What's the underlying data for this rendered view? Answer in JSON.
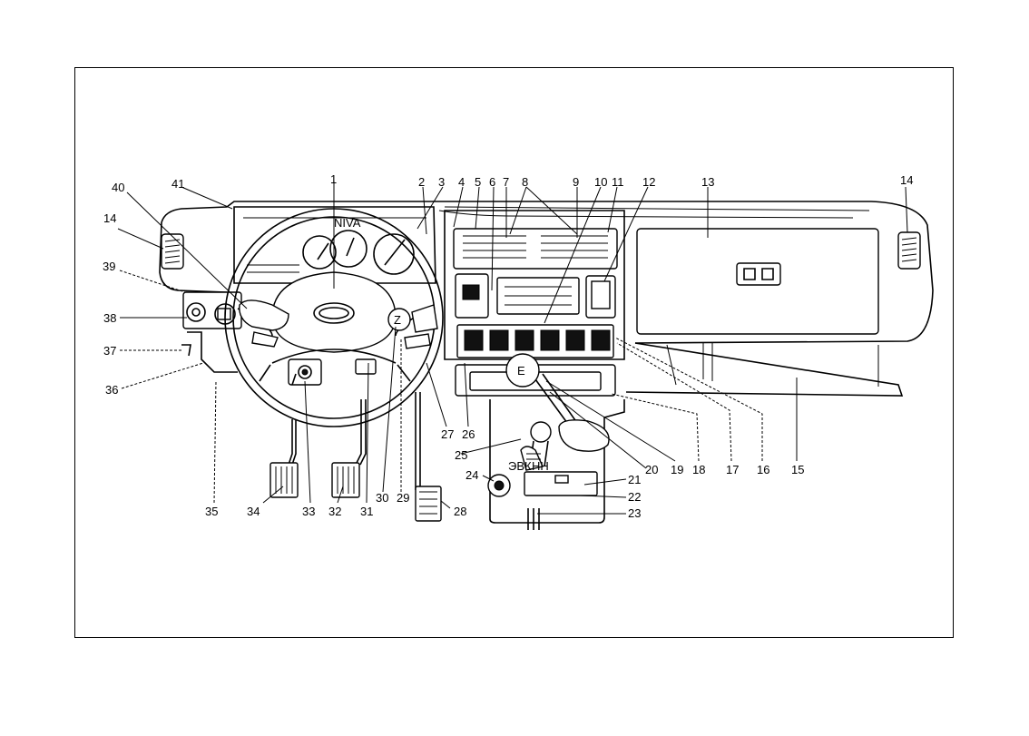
{
  "callouts": {
    "c1": "1",
    "c2": "2",
    "c3": "3",
    "c4": "4",
    "c5": "5",
    "c6": "6",
    "c7": "7",
    "c8": "8",
    "c9": "9",
    "c10": "10",
    "c11": "11",
    "c12": "12",
    "c13": "13",
    "c14a": "14",
    "c14b": "14",
    "c15": "15",
    "c16": "16",
    "c17": "17",
    "c18": "18",
    "c19": "19",
    "c20": "20",
    "c21": "21",
    "c22": "22",
    "c23": "23",
    "c24": "24",
    "c25": "25",
    "c26": "26",
    "c27": "27",
    "c28": "28",
    "c29": "29",
    "c30": "30",
    "c31": "31",
    "c32": "32",
    "c33": "33",
    "c34": "34",
    "c35": "35",
    "c36": "36",
    "c37": "37",
    "c38": "38",
    "c39": "39",
    "c40": "40",
    "c41": "41"
  },
  "panel_text": {
    "cluster_brand": "NIVA",
    "gear_knob": "Ε",
    "transfer_label_left": "ЭВК",
    "transfer_label_right": "НН"
  }
}
